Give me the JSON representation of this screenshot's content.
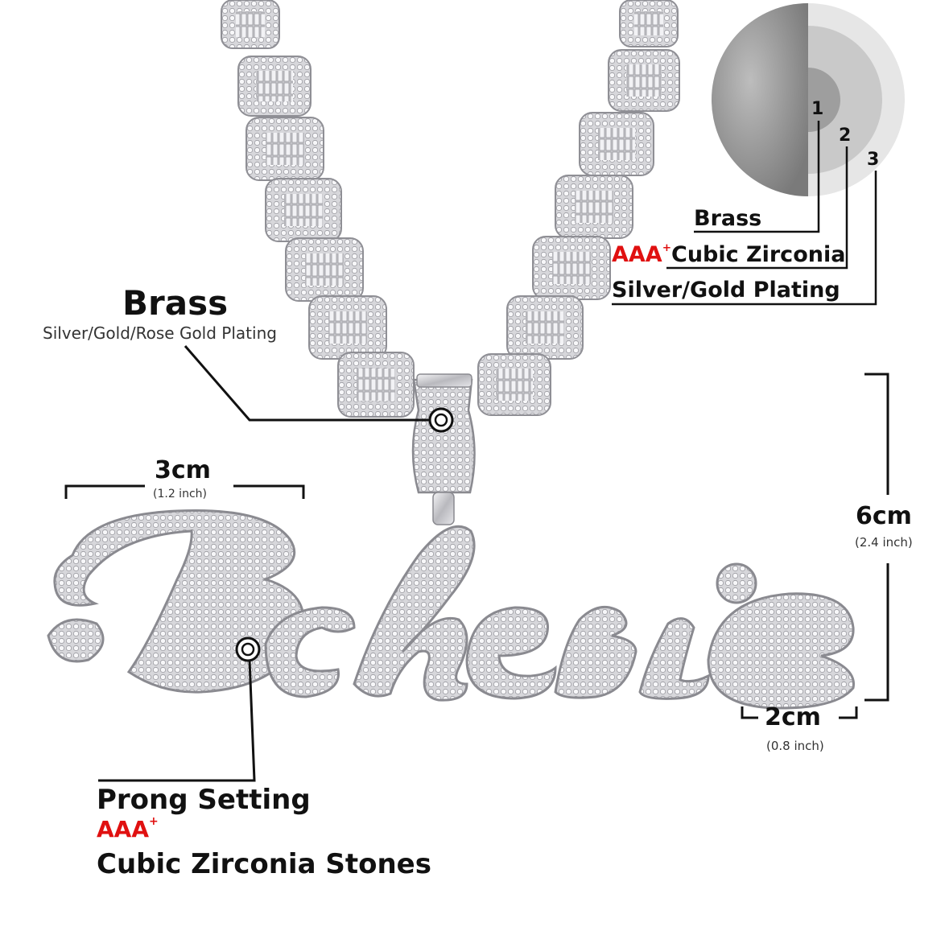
{
  "material_callout": {
    "title": "Brass",
    "subtitle": "Silver/Gold/Rose Gold Plating"
  },
  "layers_diagram": {
    "numbers": [
      "1",
      "2",
      "3"
    ],
    "layer1": "Brass",
    "layer2_grade": "AAA",
    "layer2_grade_mark": "+",
    "layer2": "Cubic Zirconia",
    "layer3": "Silver/Gold Plating"
  },
  "dimensions": {
    "width_cm": "3cm",
    "width_inch": "(1.2 inch)",
    "height_cm": "6cm",
    "height_inch": "(2.4 inch)",
    "letter_cm": "2cm",
    "letter_inch": "(0.8 inch)"
  },
  "pendant": {
    "text": "Bcherie"
  },
  "setting_callout": {
    "line1": "Prong Setting",
    "grade": "AAA",
    "grade_mark": "+",
    "line3": "Cubic Zirconia Stones"
  },
  "colors": {
    "accent_red": "#e01010",
    "silver": "#c8c8cc",
    "text": "#111111"
  }
}
